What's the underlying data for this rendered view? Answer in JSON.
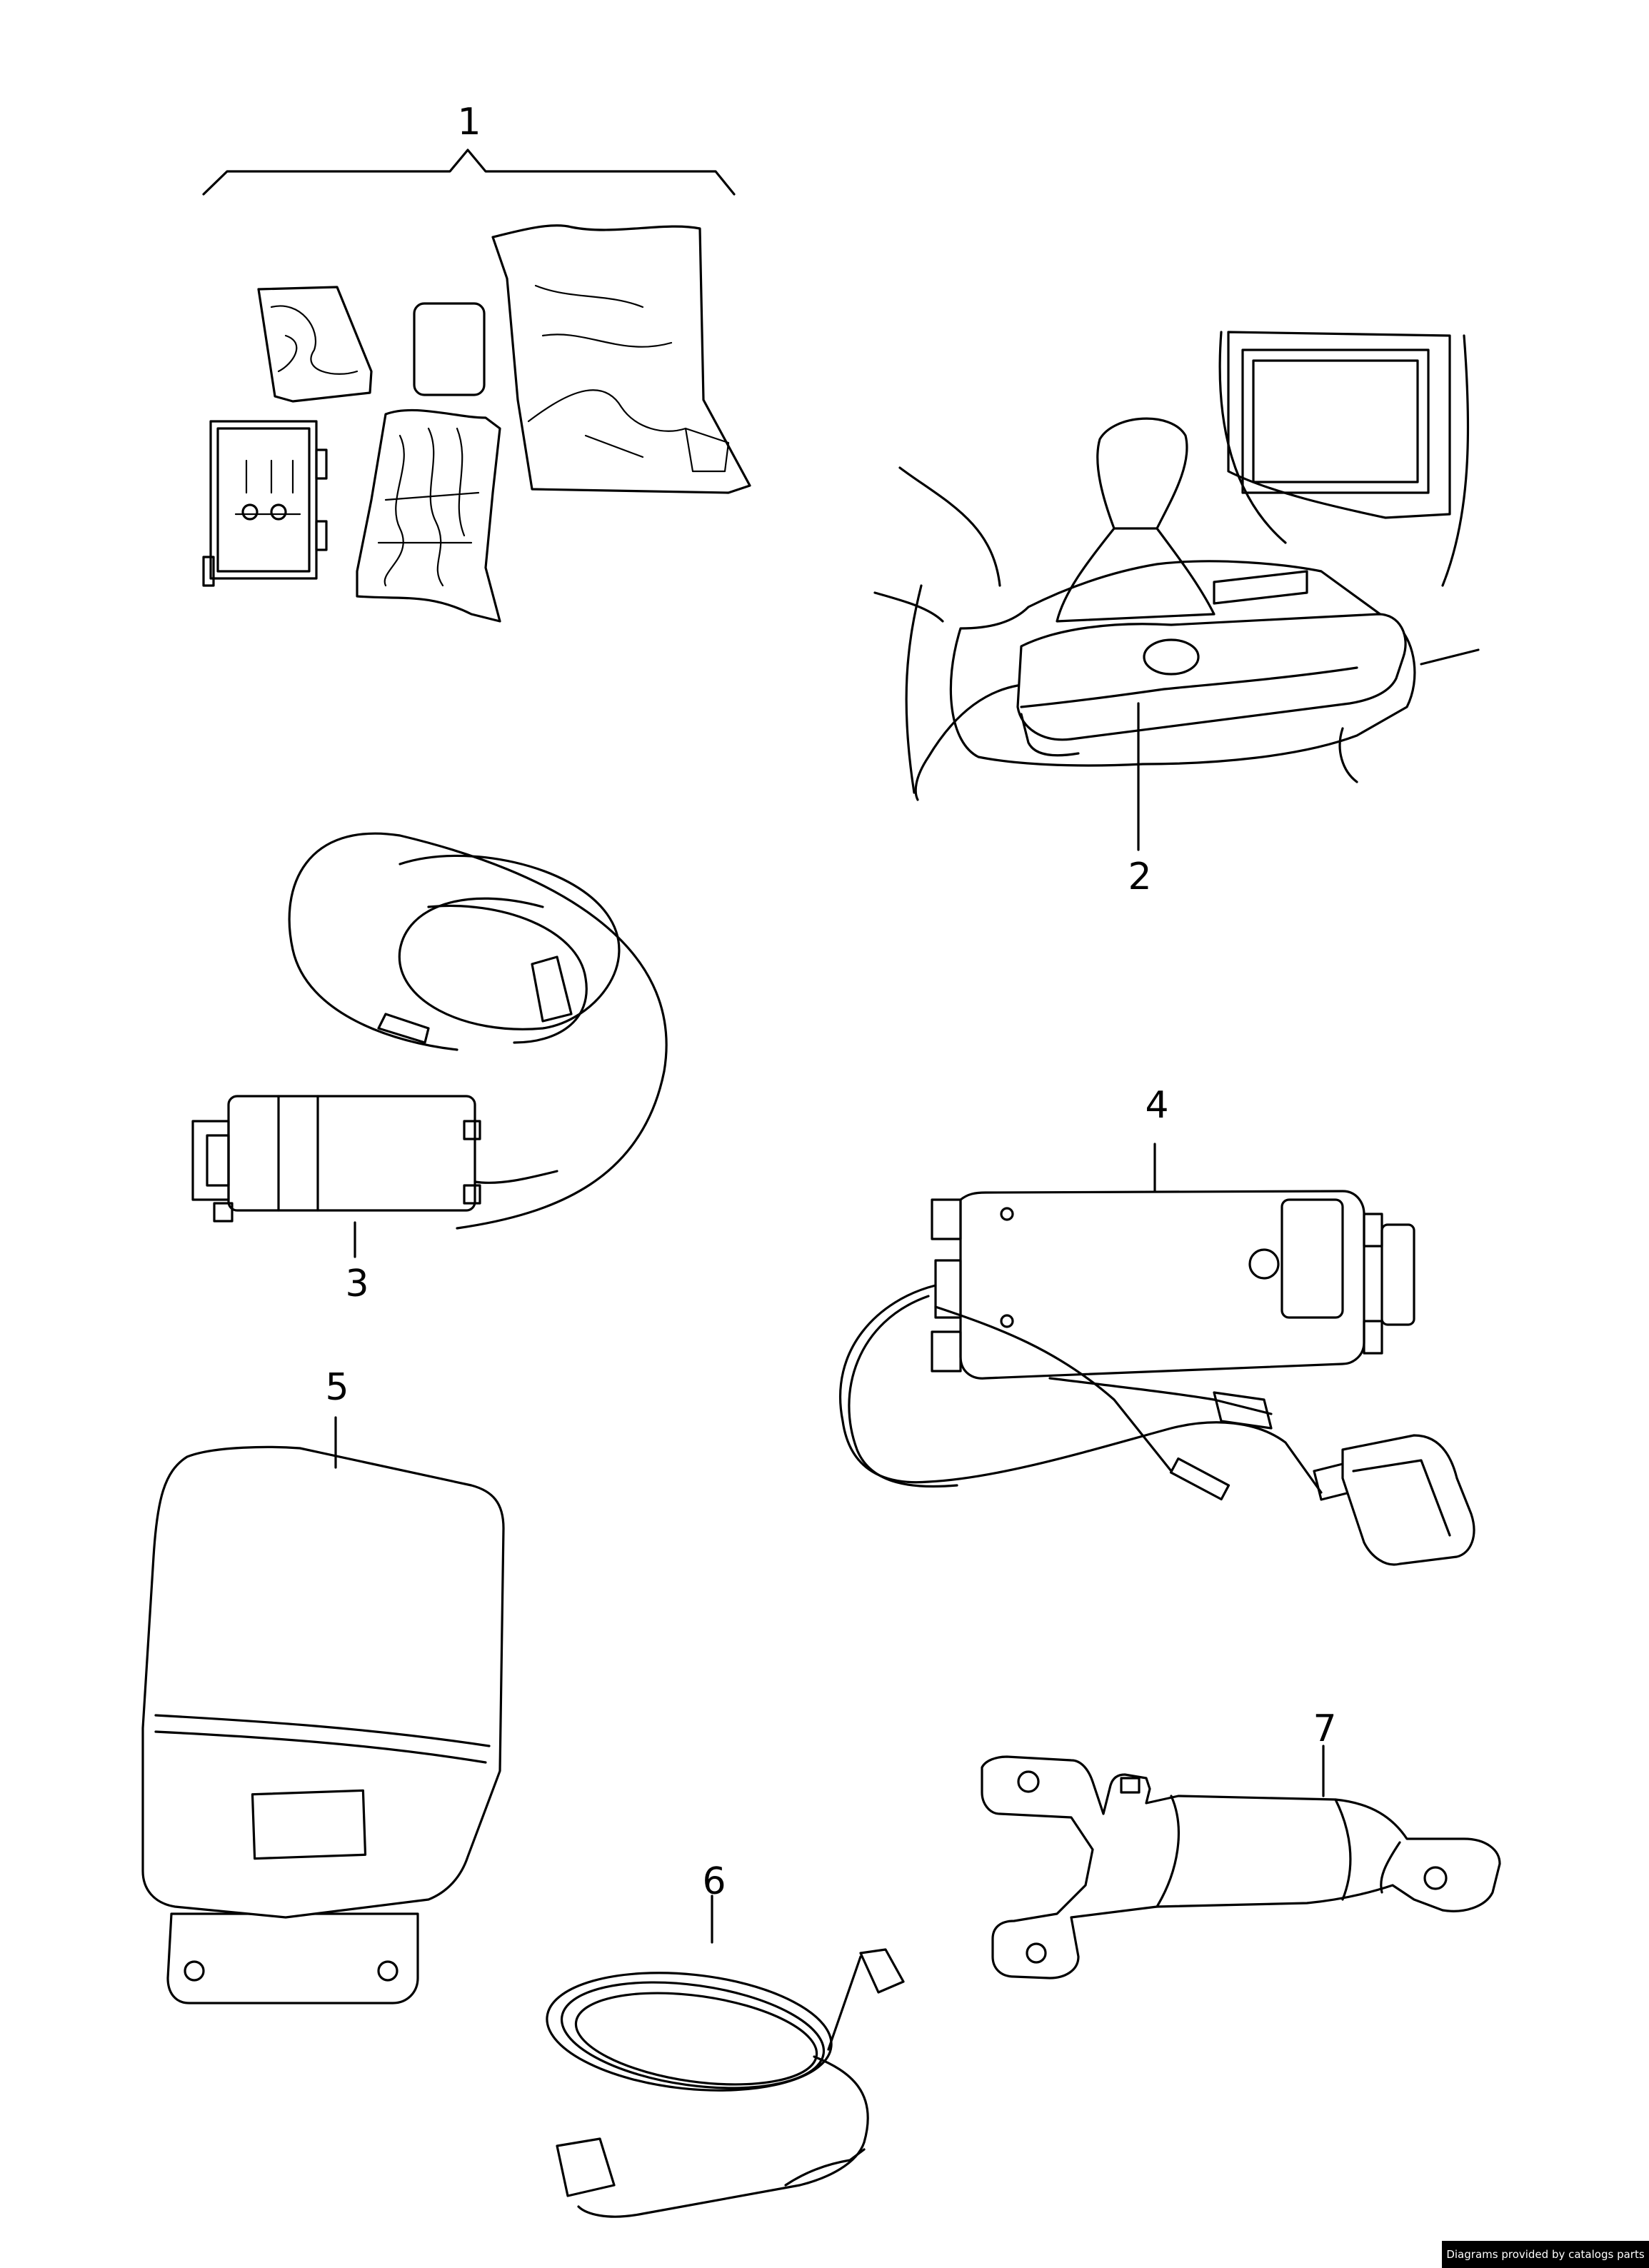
{
  "callouts": {
    "item_1": "1",
    "item_2": "2",
    "item_3": "3",
    "item_4": "4",
    "item_5": "5",
    "item_6": "6",
    "item_7": "7"
  },
  "footer": {
    "credit": "Diagrams provided by catalogs parts"
  },
  "colors": {
    "line": "#000000",
    "background": "#ffffff",
    "credit_bg": "#000000",
    "credit_text": "#ffffff"
  }
}
